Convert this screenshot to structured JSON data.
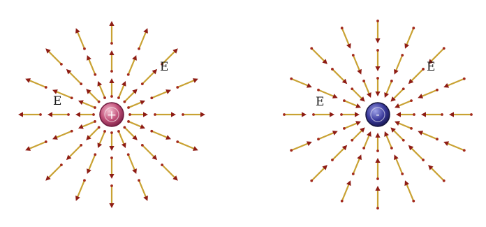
{
  "colors": {
    "arrow_line": "#c9a233",
    "arrow_head": "#8e1c14",
    "arrow_dot": "#a32a1c",
    "positive_charge": "#c2527a",
    "negative_charge": "#2f2f86",
    "label": "#1a1a1a"
  },
  "positive_field": {
    "charge_sign": "+",
    "charge_color_name": "pink",
    "direction": "outward",
    "field_labels": [
      "E",
      "E"
    ]
  },
  "negative_field": {
    "charge_sign": "-",
    "charge_color_name": "blue",
    "direction": "inward",
    "field_labels": [
      "E",
      "E"
    ]
  }
}
